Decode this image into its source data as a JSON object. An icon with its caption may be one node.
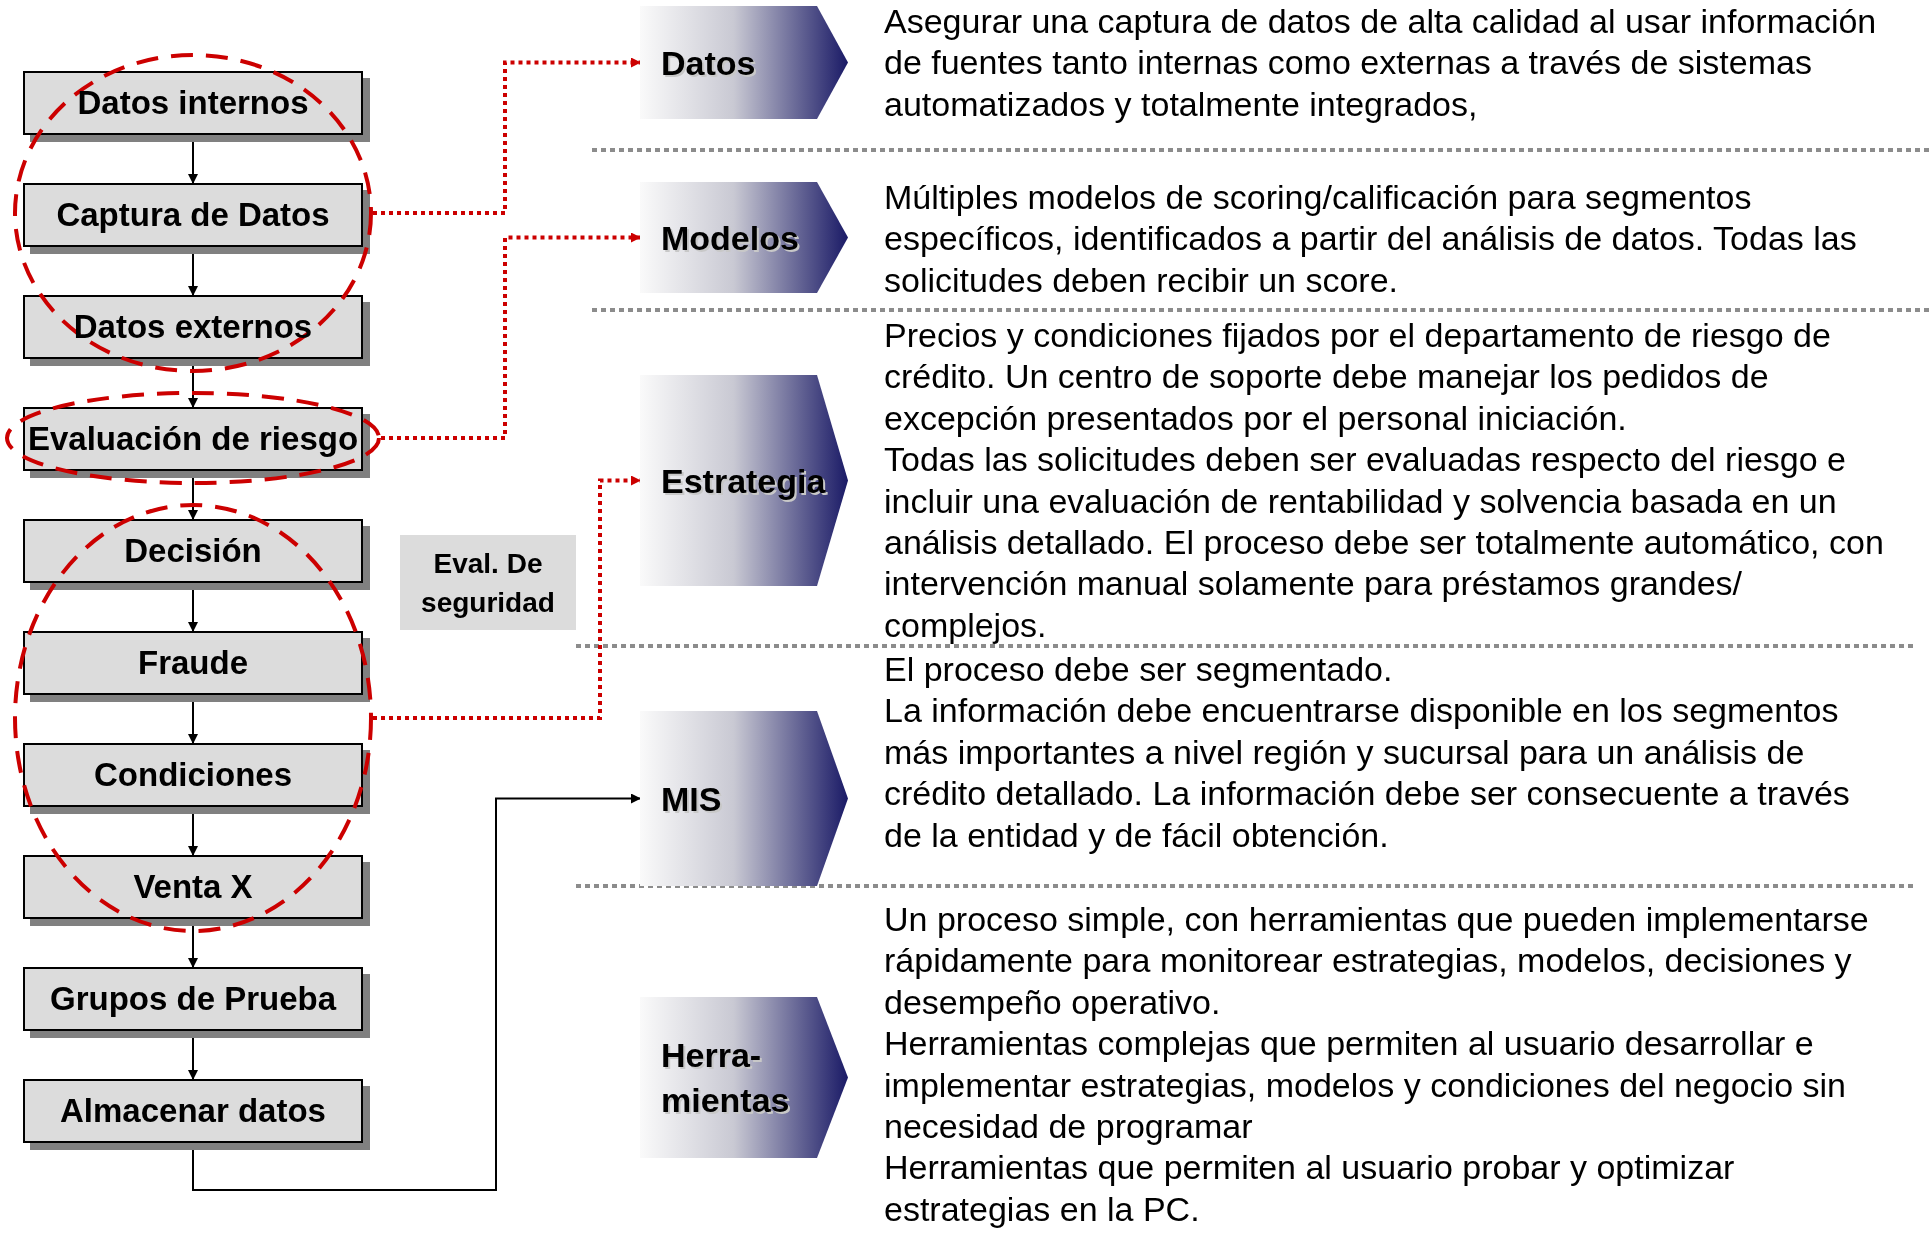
{
  "diagram": {
    "nodes": [
      {
        "text": [],
        "shape": "ellipse"
      },
      {
        "text": [
          "Datos internos"
        ],
        "in": 0
      },
      {
        "text": [
          "Captura de Datos"
        ],
        "in": 0
      },
      {
        "text": [
          "Datos externos"
        ],
        "in": 0
      },
      {
        "text": [],
        "shape": "ellipse"
      },
      {
        "text": [
          "Evaluación de riesgo"
        ],
        "in": 4
      },
      {
        "text": [],
        "shape": "ellipse"
      },
      {
        "text": [
          "Decisión"
        ],
        "in": 6
      },
      {
        "text": [
          "Fraude"
        ],
        "in": 6
      },
      {
        "text": [
          "Condiciones"
        ],
        "in": 6
      },
      {
        "text": [
          "Venta X"
        ],
        "in": 6
      },
      {
        "text": [
          "Grupos de Prueba"
        ]
      },
      {
        "text": [
          "Almacenar datos"
        ]
      },
      {
        "text": [
          "Eval. De seguridad"
        ]
      },
      {
        "text": [
          "Datos"
        ],
        "beside": [
          "Asegurar una captura de datos de alta calidad al usar información de fuentes tanto internas como externas a través de sistemas automatizados y totalmente integrados,"
        ]
      },
      {
        "text": [
          "Modelos"
        ],
        "beside": [
          "Múltiples modelos de scoring/calificación para segmentos específicos, identificados a partir del análisis de datos. Todas las solicitudes deben recibir un score."
        ]
      },
      {
        "text": [
          "Estrategia"
        ],
        "beside": [
          "Precios y condiciones fijados por el departamento de riesgo de crédito. Un centro de soporte debe manejar los pedidos de excepción presentados por el personal iniciación.",
          "Todas las solicitudes deben ser evaluadas respecto del riesgo e incluir una evaluación de rentabilidad y solvencia basada en un análisis detallado. El proceso debe ser totalmente automático, con intervención manual solamente para préstamos grandes/ complejos."
        ]
      },
      {
        "text": [
          "MIS"
        ],
        "beside": [
          "El proceso debe ser segmentado.",
          "La información debe encuentrarse disponible en los segmentos más importantes a nivel región y sucursal para un análisis de crédito detallado. La información debe ser consecuente a través de la entidad y de fácil obtención."
        ]
      },
      {
        "text": [
          "Herra- mientas"
        ],
        "beside": [
          "Un proceso simple, con herramientas que pueden implementarse rápidamente para monitorear estrategias, modelos, decisiones y desempeño operativo.",
          "Herramientas complejas que permiten al usuario desarrollar e implementar estrategias, modelos y condiciones del negocio sin necesidad de programar",
          "Herramientas que permiten al usuario probar y optimizar estrategias en la PC."
        ]
      }
    ],
    "edges": [
      {
        "from": 1,
        "to": 2,
        "arrow": "to"
      },
      {
        "from": 2,
        "to": 3,
        "arrow": "to"
      },
      {
        "from": 3,
        "to": 5,
        "arrow": "to"
      },
      {
        "from": 5,
        "to": 7,
        "arrow": "to"
      },
      {
        "from": 7,
        "to": 8,
        "arrow": "to"
      },
      {
        "from": 8,
        "to": 9,
        "arrow": "to"
      },
      {
        "from": 9,
        "to": 10,
        "arrow": "to"
      },
      {
        "from": 10,
        "to": 11,
        "arrow": "to"
      },
      {
        "from": 11,
        "to": 12,
        "arrow": "to"
      },
      {
        "from": 0,
        "to": 14,
        "arrow": "to",
        "style": "dashed",
        "color": "#cc0000"
      },
      {
        "from": 4,
        "to": 15,
        "arrow": "to",
        "style": "dashed",
        "color": "#cc0000"
      },
      {
        "from": 6,
        "to": 16,
        "arrow": "to",
        "style": "dashed",
        "color": "#cc0000"
      },
      {
        "from": 12,
        "to": 17,
        "arrow": "to"
      }
    ]
  }
}
